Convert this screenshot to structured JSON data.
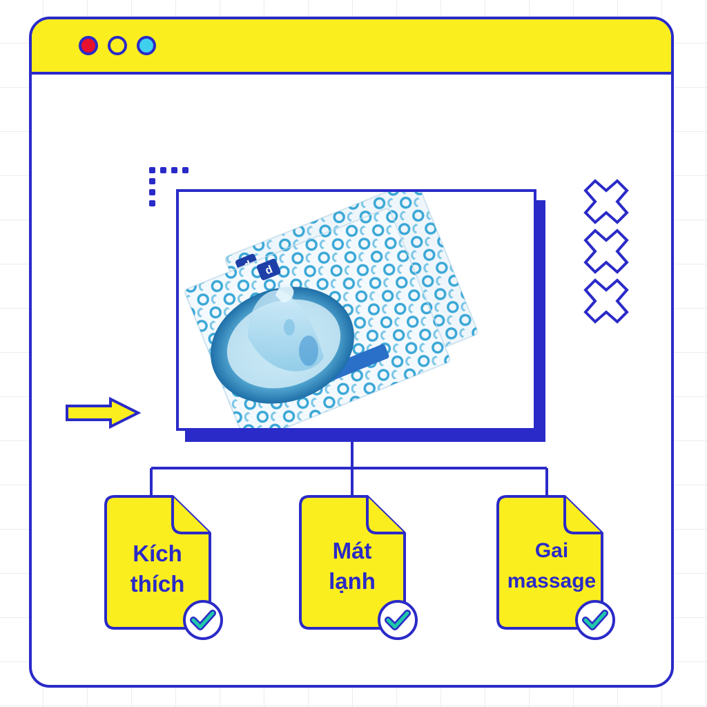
{
  "window": {
    "controls": [
      "close",
      "minimize",
      "maximize"
    ]
  },
  "colors": {
    "border": "#2a2ac8",
    "titlebar": "#fbee1f",
    "close_dot": "#e8112d",
    "maximize_dot": "#3fd0ee",
    "check_mark": "#20c8a8",
    "doc_fill": "#fbee1f"
  },
  "features": [
    {
      "line1": "Kích",
      "line2": "thích",
      "icon": "check-badge-icon"
    },
    {
      "line1": "Mát",
      "line2": "lạnh",
      "icon": "check-badge-icon"
    },
    {
      "line1": "Gai",
      "line2": "massage",
      "icon": "check-badge-icon"
    }
  ],
  "decorations": {
    "left_arrow_icon": "right-arrow-icon",
    "crosses_icon": "cross-icon",
    "dots_icon": "corner-dots-icon"
  }
}
